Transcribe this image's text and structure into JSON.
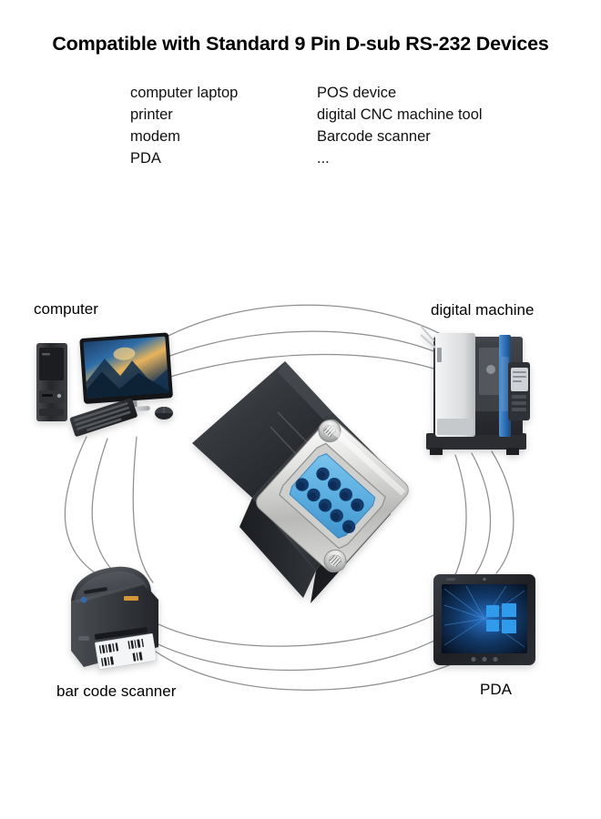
{
  "title": "Compatible with Standard 9 Pin D-sub RS-232 Devices",
  "device_list": {
    "left_column": [
      "computer laptop",
      "printer",
      "modem",
      "PDA"
    ],
    "right_column": [
      "POS device",
      "digital CNC machine tool",
      "Barcode scanner",
      "..."
    ]
  },
  "diagram": {
    "nodes": [
      {
        "id": "computer",
        "label": "computer",
        "icon": "desktop-computer-icon"
      },
      {
        "id": "digital-machine",
        "label": "digital machine",
        "icon": "cnc-machine-icon"
      },
      {
        "id": "bar-code-scanner",
        "label": "bar code scanner",
        "icon": "barcode-printer-icon"
      },
      {
        "id": "pda",
        "label": "PDA",
        "icon": "tablet-device-icon"
      }
    ],
    "center": {
      "id": "db9-connector",
      "icon": "db9-serial-connector-icon",
      "pin_count": 9
    }
  },
  "colors": {
    "background": "#ffffff",
    "title_text": "#000000",
    "body_text": "#111111",
    "arc_line": "#8d8f92",
    "connector_body": "#3a3d42",
    "connector_shell": "#d8d8d4",
    "connector_insulator": "#5baee0",
    "connector_pin": "#123a6b",
    "machine_accent": "#2f6fb5",
    "tablet_logo": "#2f9bea"
  }
}
